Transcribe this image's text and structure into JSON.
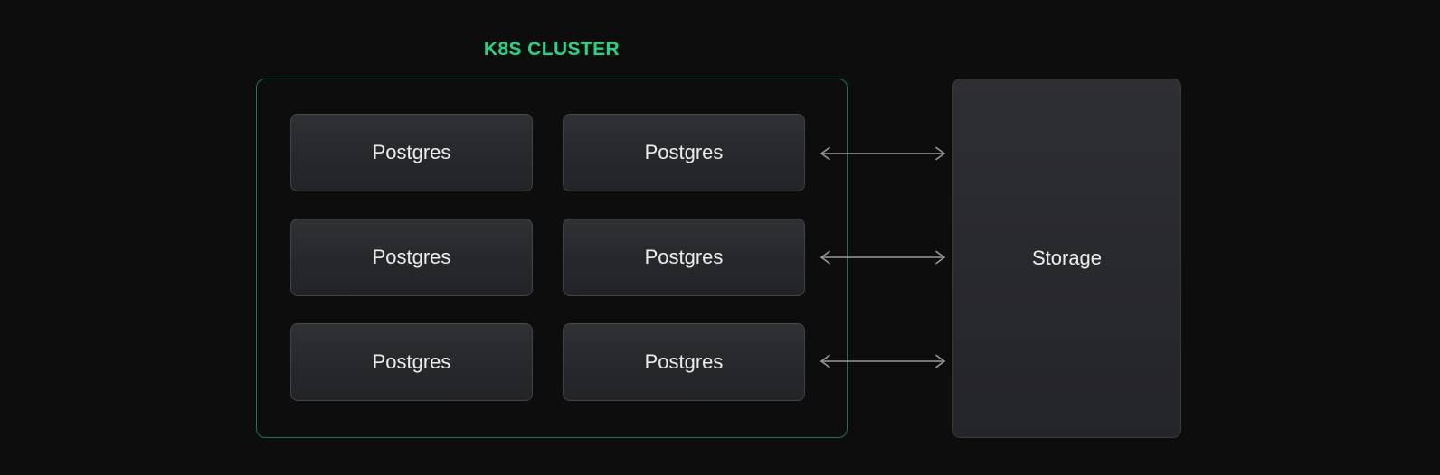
{
  "diagram_type": "architecture",
  "title": "K8S CLUSTER",
  "cluster": {
    "nodes": [
      {
        "label": "Postgres"
      },
      {
        "label": "Postgres"
      },
      {
        "label": "Postgres"
      },
      {
        "label": "Postgres"
      },
      {
        "label": "Postgres"
      },
      {
        "label": "Postgres"
      }
    ]
  },
  "storage": {
    "label": "Storage"
  },
  "connections": [
    {
      "from": "Postgres (row 1, right column)",
      "to": "Storage",
      "direction": "bidirectional"
    },
    {
      "from": "Postgres (row 2, right column)",
      "to": "Storage",
      "direction": "bidirectional"
    },
    {
      "from": "Postgres (row 3, right column)",
      "to": "Storage",
      "direction": "bidirectional"
    }
  ],
  "icons": {
    "arrow": "bidirectional-arrow-icon"
  },
  "colors": {
    "background": "#0d0d0e",
    "accent_green": "#23d685",
    "cluster_border": "rgba(35,214,132,0.55)",
    "node_background_top": "#2f3135",
    "node_background_bottom": "#232428",
    "node_border": "#414348",
    "node_text": "#eceded",
    "arrow": "#97999d"
  }
}
